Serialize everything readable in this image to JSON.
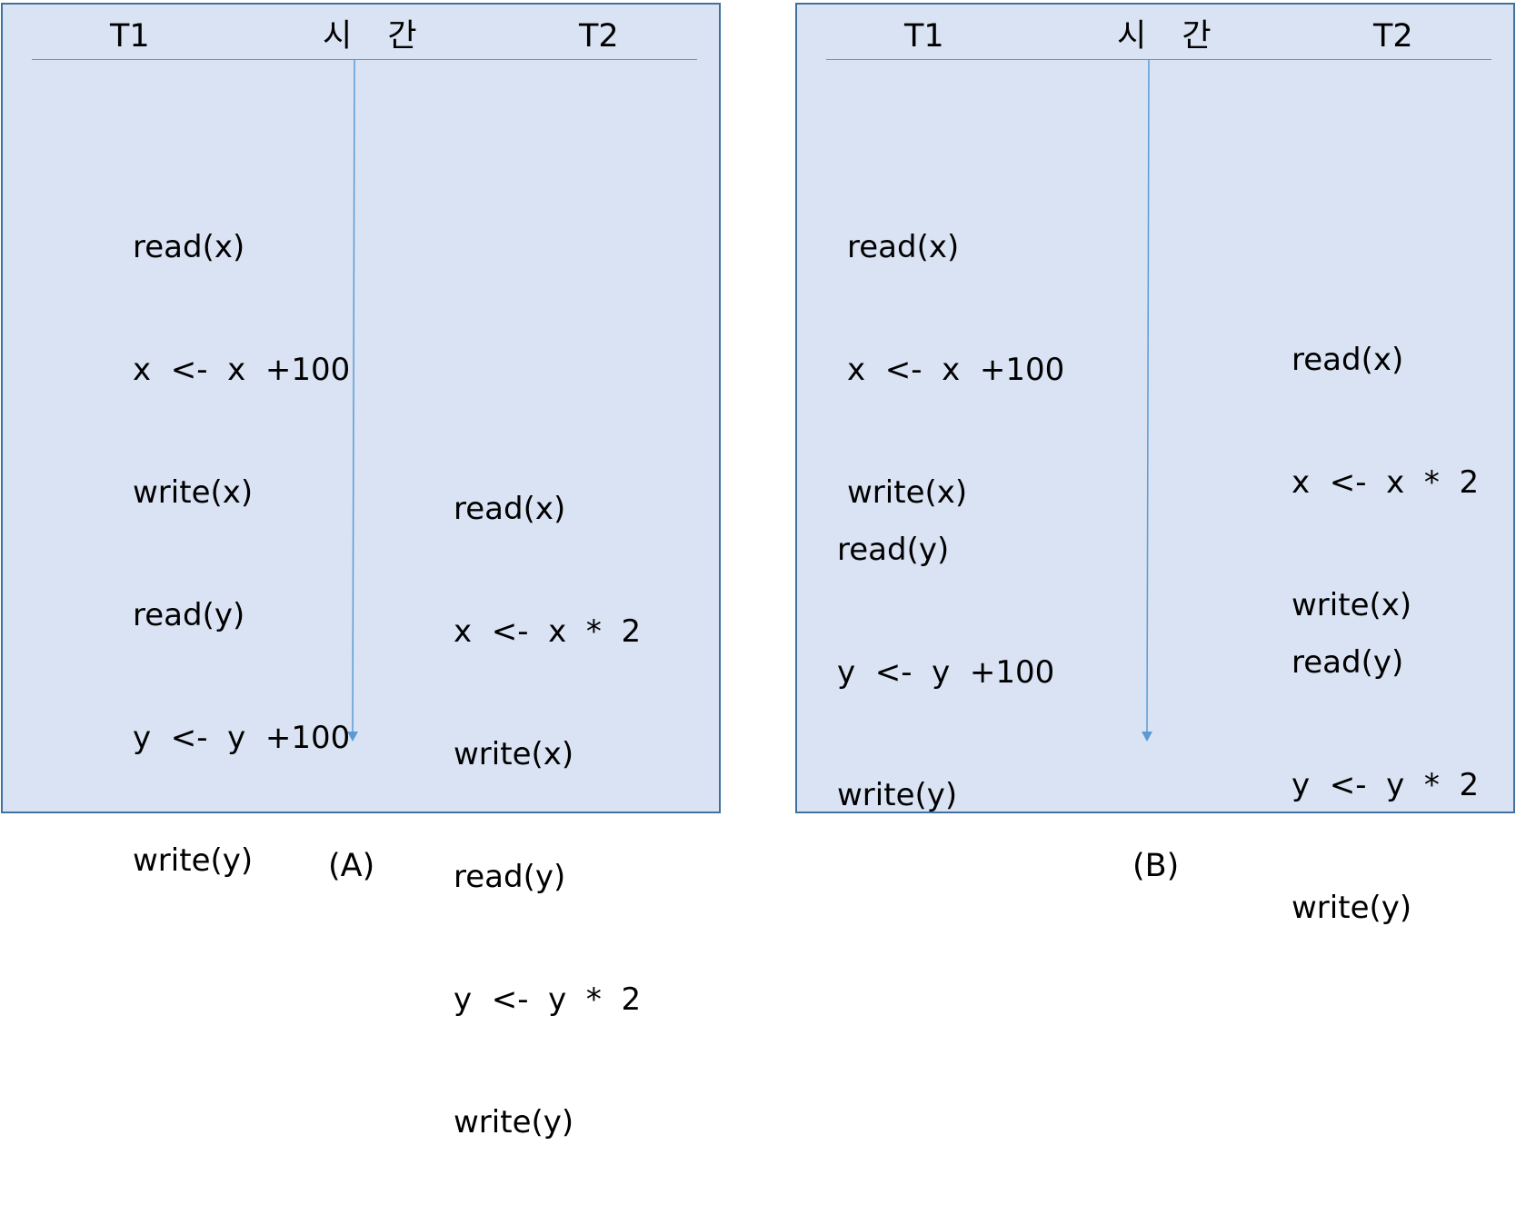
{
  "panels": [
    {
      "caption": "(A)",
      "header": {
        "t1": "T1",
        "time": "시 간",
        "t2": "T2"
      },
      "t1_blocks": [
        [
          "read(x)",
          "x  <-  x  +100",
          "write(x)",
          "read(y)",
          "y  <-  y  +100",
          "write(y)"
        ]
      ],
      "t2_blocks": [
        [
          "read(x)",
          "x  <-  x  *  2",
          "write(x)",
          "read(y)",
          "y  <-  y  *  2",
          "write(y)"
        ]
      ]
    },
    {
      "caption": "(B)",
      "header": {
        "t1": "T1",
        "time": "시 간",
        "t2": "T2"
      },
      "t1_blocks": [
        [
          "read(x)",
          "x  <-  x  +100",
          "write(x)"
        ],
        [
          "read(y)",
          "y  <-  y  +100",
          "write(y)"
        ]
      ],
      "t2_blocks": [
        [
          "read(x)",
          "x  <-  x  *  2",
          "write(x)"
        ],
        [
          "read(y)",
          "y  <-  y  *  2",
          "write(y)"
        ]
      ]
    }
  ],
  "colors": {
    "panel_fill": "#dae3f3",
    "panel_border": "#41719c",
    "time_axis": "#5b9bd5"
  }
}
